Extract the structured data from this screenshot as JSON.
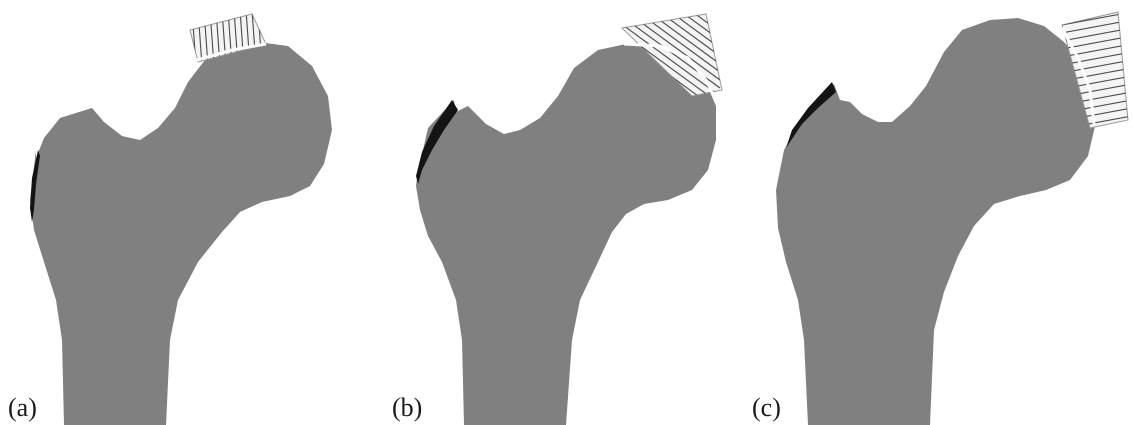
{
  "figure": {
    "panels": [
      {
        "id": "a",
        "label": "(a)"
      },
      {
        "id": "b",
        "label": "(b)"
      },
      {
        "id": "c",
        "label": "(c)"
      }
    ]
  },
  "colors": {
    "bone": "#808080",
    "cortex": "#141414",
    "hatch": "#4a4a4a",
    "background": "#ffffff"
  }
}
